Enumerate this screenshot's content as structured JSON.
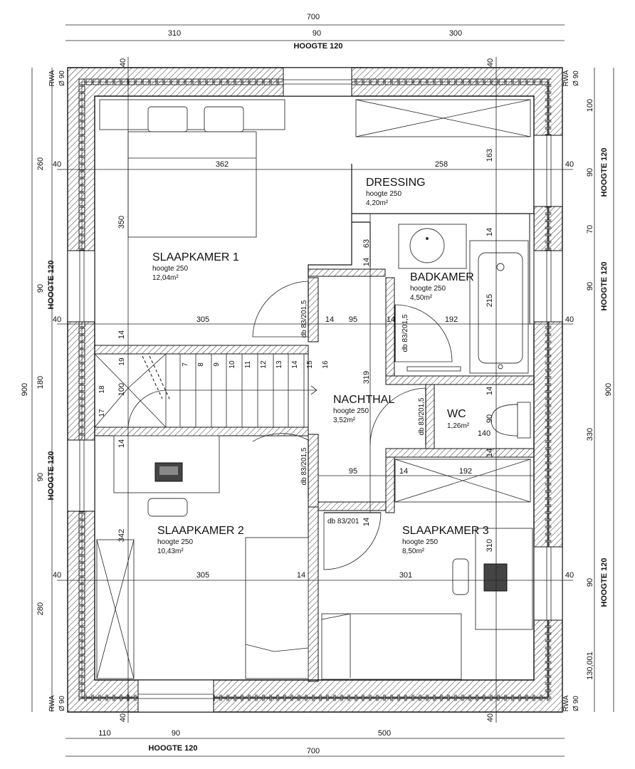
{
  "rooms": {
    "slaapkamer1": {
      "name": "SLAAPKAMER 1",
      "height": "hoogte 250",
      "area": "12,04m²"
    },
    "dressing": {
      "name": "DRESSING",
      "height": "hoogte 250",
      "area": "4,20m²"
    },
    "badkamer": {
      "name": "BADKAMER",
      "height": "hoogte 250",
      "area": "4,50m²"
    },
    "nachthal": {
      "name": "NACHTHAL",
      "height": "hoogte 250",
      "area": "3,52m²"
    },
    "wc": {
      "name": "WC",
      "area": "1,26m²"
    },
    "slaapkamer2": {
      "name": "SLAAPKAMER 2",
      "height": "hoogte 250",
      "area": "10,43m²"
    },
    "slaapkamer3": {
      "name": "SLAAPKAMER 3",
      "height": "hoogte 250",
      "area": "8,50m²"
    }
  },
  "dims": {
    "top_total": "700",
    "top_a": "310",
    "top_b": "90",
    "top_c": "300",
    "top_hoogte": "HOOGTE 120",
    "bottom_total": "700",
    "bottom_a": "110",
    "bottom_b": "90",
    "bottom_c": "500",
    "bottom_hoogte": "HOOGTE 120",
    "left_total": "900",
    "left_a": "260",
    "left_b": "90",
    "left_c": "180",
    "left_d": "90",
    "left_e": "280",
    "left_hoogte1": "HOOGTE 120",
    "left_hoogte2": "HOOGTE 120",
    "right_total": "900",
    "right_a": "100",
    "right_b": "90",
    "right_c": "70",
    "right_d": "90",
    "right_e": "330",
    "right_f": "90",
    "right_g": "130,001",
    "right_hoogte1": "HOOGTE 120",
    "right_hoogte2": "HOOGTE 120",
    "right_hoogte3": "HOOGTE 120",
    "wall40_tl": "40",
    "wall40_tr": "40",
    "wall40_bl": "40",
    "wall40_br": "40",
    "wall40_l1": "40",
    "wall40_l2": "40",
    "wall40_l3": "40",
    "wall40_r1": "40",
    "wall40_r2": "40",
    "wall40_r3": "40",
    "rwa": "RWA",
    "diam": "Ø 90",
    "row1_a": "362",
    "row1_b": "258",
    "row2_a": "305",
    "row2_b": "14",
    "row2_c": "95",
    "row2_d": "14",
    "row2_e": "192",
    "row3_a": "305",
    "row3_b": "14",
    "row3_c": "301",
    "row4_a": "95",
    "row4_b": "14",
    "row4_c": "192",
    "v350": "350",
    "v163": "163",
    "v63": "63",
    "v14a": "14",
    "v14b": "14",
    "v215": "215",
    "v14c": "14",
    "v19": "19",
    "v18": "18",
    "v17": "17",
    "v100": "100",
    "v14d": "14",
    "v319": "319",
    "v14e": "14",
    "v14f": "14",
    "v90wc": "90",
    "h140": "140",
    "v342": "342",
    "v310": "310",
    "v14g": "14",
    "door1": "db 83/201,5",
    "door2": "db 83/201,5",
    "door3": "db 83/201,5",
    "door4": "db 83/201,5",
    "door5": "db 83/201",
    "door5b": "14"
  },
  "stairs": [
    "7",
    "8",
    "9",
    "10",
    "11",
    "12",
    "13",
    "14",
    "15",
    "16"
  ]
}
